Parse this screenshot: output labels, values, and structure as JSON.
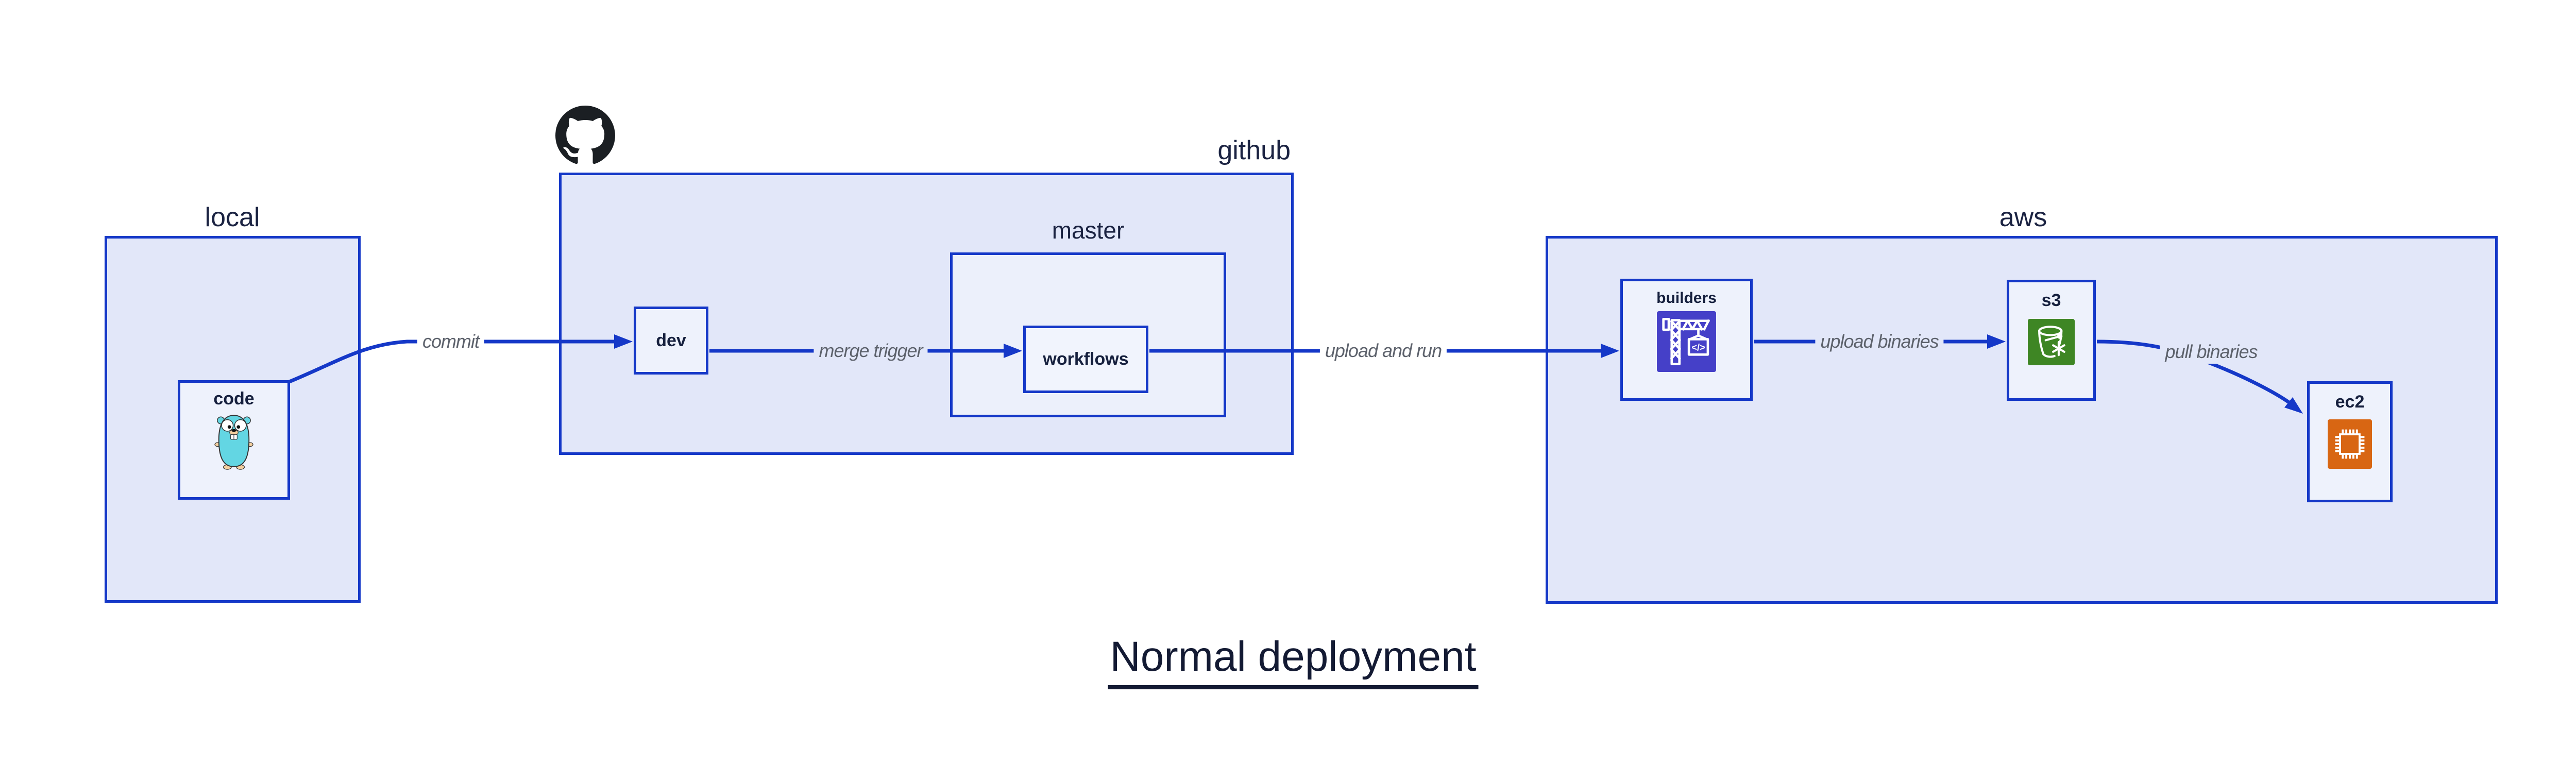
{
  "title": "Normal deployment",
  "groups": {
    "local": {
      "label": "local"
    },
    "github": {
      "label": "github"
    },
    "master": {
      "label": "master"
    },
    "aws": {
      "label": "aws"
    }
  },
  "nodes": {
    "code": {
      "label": "code"
    },
    "dev": {
      "label": "dev"
    },
    "workflows": {
      "label": "workflows"
    },
    "builders": {
      "label": "builders"
    },
    "s3": {
      "label": "s3"
    },
    "ec2": {
      "label": "ec2"
    }
  },
  "edges": {
    "commit": {
      "label": "commit"
    },
    "merge_trigger": {
      "label": "merge trigger"
    },
    "upload_and_run": {
      "label": "upload and run"
    },
    "upload_binaries": {
      "label": "upload binaries"
    },
    "pull_binaries": {
      "label": "pull binaries"
    }
  },
  "icons": {
    "code": "go-gopher-icon",
    "github": "github-octocat-icon",
    "builders": "codebuild-crane-icon",
    "s3": "s3-glacier-bucket-icon",
    "ec2": "ec2-chip-icon"
  },
  "colors": {
    "line_blue": "#1538c8",
    "group_fill": "#e2e7f9",
    "node_fill": "#eef2fc",
    "text_navy": "#1b2342",
    "edge_label_gray": "#5c616b",
    "builders_icon_bg": "#4540c8",
    "s3_icon_bg": "#3e8624",
    "ec2_icon_bg": "#d86613",
    "octocat_black": "#1b1f23",
    "gopher_teal": "#63d6e3"
  }
}
